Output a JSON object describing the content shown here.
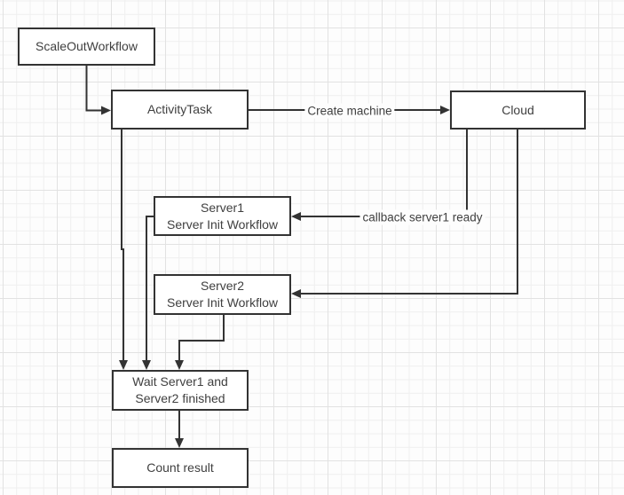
{
  "diagram": {
    "nodes": {
      "scale_out_workflow": {
        "label": "ScaleOutWorkflow"
      },
      "activity_task": {
        "label": "ActivityTask"
      },
      "cloud": {
        "label": "Cloud"
      },
      "server1": {
        "line1": "Server1",
        "line2": "Server Init Workflow"
      },
      "server2": {
        "line1": "Server2",
        "line2": "Server Init Workflow"
      },
      "wait_servers": {
        "line1": "Wait Server1 and",
        "line2": "Server2 finished"
      },
      "count_result": {
        "label": "Count result"
      }
    },
    "edge_labels": {
      "create_machine": "Create machine",
      "callback_server1_ready": "callback server1 ready"
    },
    "colors": {
      "stroke": "#333333",
      "node_fill": "#ffffff",
      "text": "#404040",
      "grid_minor": "#efefef",
      "grid_major": "#e2e2e2",
      "background": "#fdfdfd"
    }
  }
}
